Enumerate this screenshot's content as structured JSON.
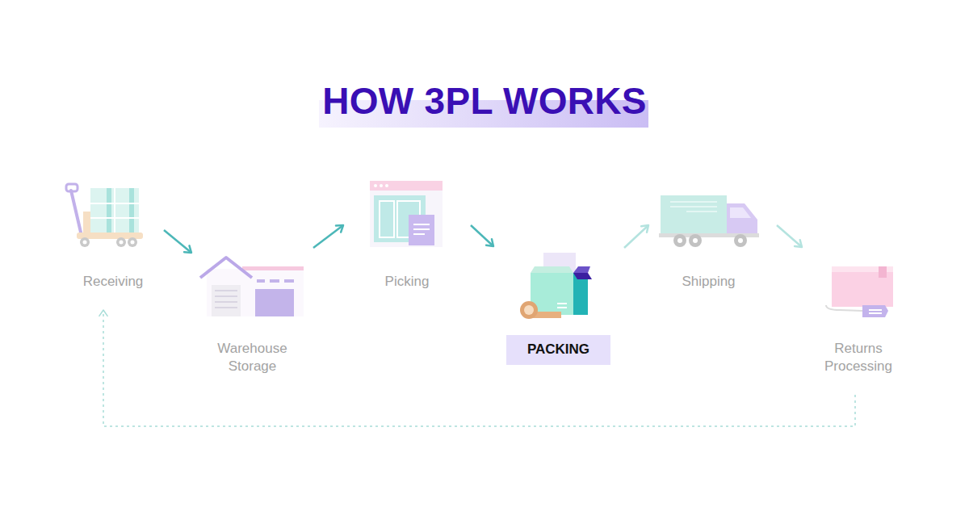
{
  "diagram": {
    "title": "HOW 3PL WORKS",
    "nodes": [
      {
        "text": [
          "Receiving"
        ]
      },
      {
        "text": [
          "Warehouse Storage"
        ]
      },
      {
        "text": [
          "Picking"
        ]
      },
      {
        "text": [
          "PACKING"
        ]
      },
      {
        "text": [
          "Shipping"
        ]
      },
      {
        "text": [
          "Returns Processing"
        ]
      }
    ],
    "edges": [
      {
        "from": 0,
        "to": 1,
        "arrow": "to"
      },
      {
        "from": 1,
        "to": 2,
        "arrow": "to"
      },
      {
        "from": 2,
        "to": 3,
        "arrow": "to"
      },
      {
        "from": 3,
        "to": 4,
        "arrow": "to"
      },
      {
        "from": 4,
        "to": 5,
        "arrow": "to"
      },
      {
        "from": 5,
        "to": 0,
        "arrow": "to"
      }
    ]
  }
}
